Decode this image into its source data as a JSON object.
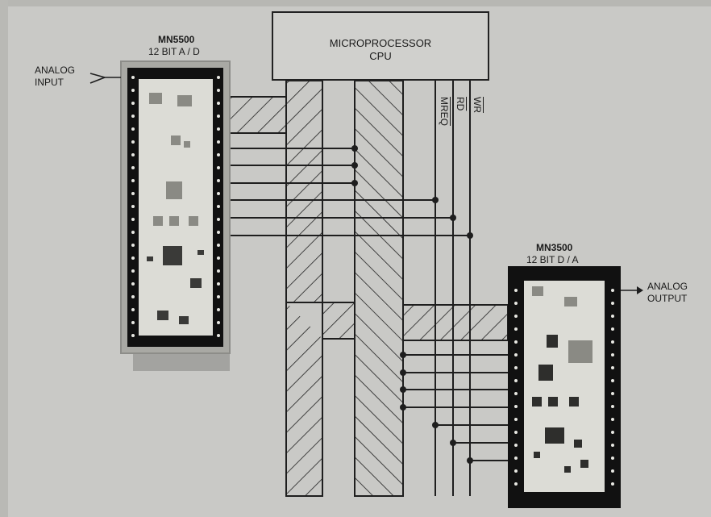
{
  "cpu": {
    "title": "MICROPROCESSOR",
    "subtitle": "CPU"
  },
  "adc": {
    "part": "MN5500",
    "desc": "12 BIT A / D",
    "io_label_line1": "ANALOG",
    "io_label_line2": "INPUT"
  },
  "dac": {
    "part": "MN3500",
    "desc": "12 BIT D / A",
    "io_label_line1": "ANALOG",
    "io_label_line2": "OUTPUT"
  },
  "signals": {
    "mreq": "MREQ",
    "rd": "RD",
    "wr": "WR"
  },
  "colors": {
    "background": "#c9c9c6",
    "line": "#1e1e1e",
    "chip_body": "#111111",
    "chip_board": "#dcdcd6"
  }
}
